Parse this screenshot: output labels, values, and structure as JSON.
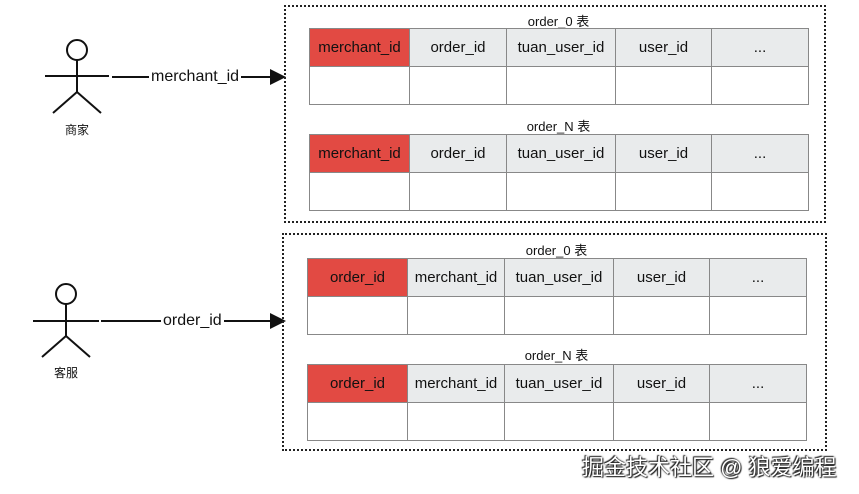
{
  "colors": {
    "key_column": "#e24a43",
    "header_cell": "#e9ebec",
    "border": "#888888"
  },
  "top_group": {
    "actor_label": "商家",
    "edge_label": "merchant_id",
    "tables": [
      {
        "title": "order_0 表",
        "columns": [
          "merchant_id",
          "order_id",
          "tuan_user_id",
          "user_id",
          "..."
        ]
      },
      {
        "title": "order_N 表",
        "columns": [
          "merchant_id",
          "order_id",
          "tuan_user_id",
          "user_id",
          "..."
        ]
      }
    ]
  },
  "bottom_group": {
    "actor_label": "客服",
    "edge_label": "order_id",
    "tables": [
      {
        "title": "order_0 表",
        "columns": [
          "order_id",
          "merchant_id",
          "tuan_user_id",
          "user_id",
          "..."
        ]
      },
      {
        "title": "order_N 表",
        "columns": [
          "order_id",
          "merchant_id",
          "tuan_user_id",
          "user_id",
          "..."
        ]
      }
    ]
  },
  "watermark": "掘金技术社区 @ 狼爱编程"
}
